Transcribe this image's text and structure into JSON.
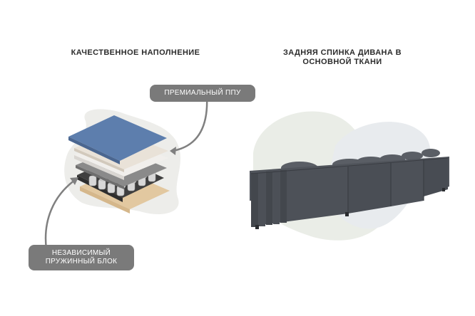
{
  "headings": {
    "quality_filling": "КАЧЕСТВЕННОЕ НАПОЛНЕНИЕ",
    "back_side_line1": "ЗАДНЯЯ СПИНКА ДИВАНА В",
    "back_side_line2": "ОСНОВНОЙ ТКАНИ"
  },
  "labels": {
    "premium_foam": "ПРЕМИАЛЬНЫЙ ППУ",
    "spring_block_line1": "НЕЗАВИСИМЫЙ",
    "spring_block_line2": "ПРУЖИННЫЙ БЛОК"
  },
  "colors": {
    "label_bg": "#7a7a7a",
    "blob": "#eceeea",
    "top_layer": "#5c7fae",
    "sofa": "#4d5158"
  }
}
